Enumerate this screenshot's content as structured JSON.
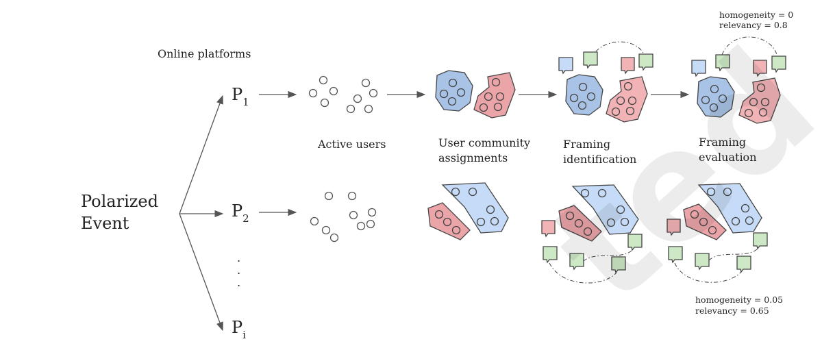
{
  "event_label_line1": "Polarized",
  "event_label_line2": "Event",
  "platforms_title": "Online platforms",
  "platforms": [
    {
      "letter": "P",
      "sub": "1"
    },
    {
      "letter": "P",
      "sub": "2"
    },
    {
      "letter": "P",
      "sub": "i"
    }
  ],
  "ellipsis": ".\n.\n.",
  "stages": {
    "active_users": "Active users",
    "community_line1": "User community",
    "community_line2": "assignments",
    "identification_line1": "Framing",
    "identification_line2": "identification",
    "evaluation_line1": "Framing",
    "evaluation_line2": "evaluation"
  },
  "metrics_top": {
    "homogeneity": "homogeneity = 0",
    "relevancy": "relevancy = 0.8"
  },
  "metrics_bottom": {
    "homogeneity": "homogeneity = 0.05",
    "relevancy": "relevancy = 0.65"
  },
  "watermark": "ted",
  "colors": {
    "community_blue": "#a9c3e6",
    "community_red": "#eba5a9",
    "frame_blue": "#c6dbf7",
    "frame_red": "#f2b3b6",
    "frame_green": "#cde8c5",
    "stroke": "#444444"
  }
}
